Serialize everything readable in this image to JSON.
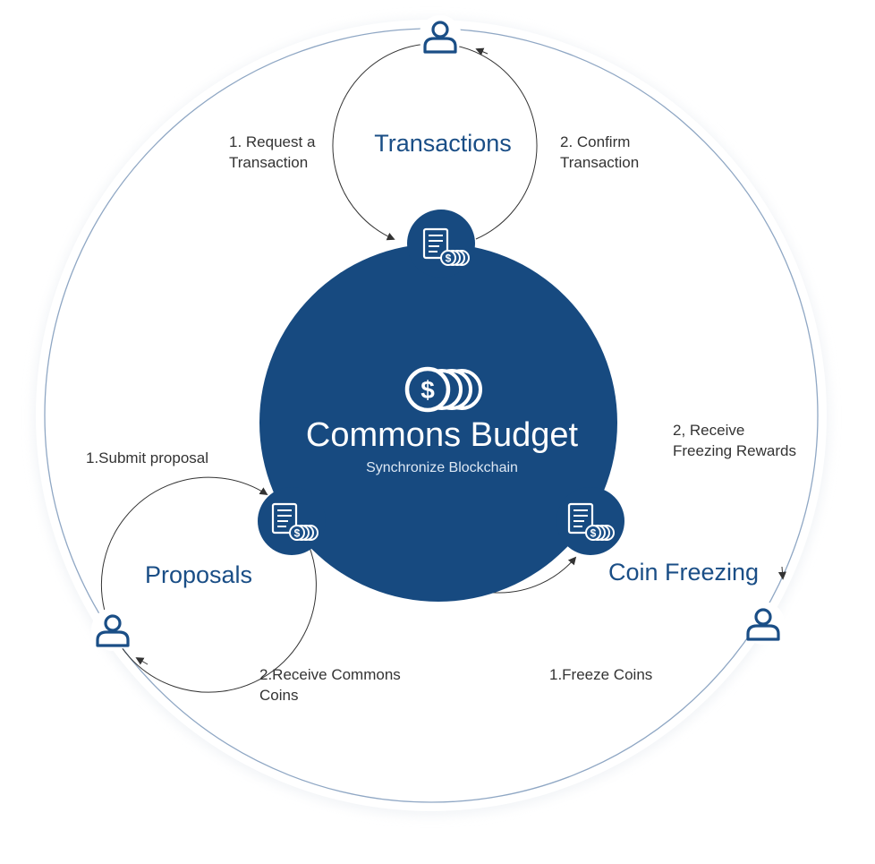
{
  "center": {
    "title": "Commons Budget",
    "subtitle": "Synchronize Blockchain",
    "icon": "coin-stack-icon"
  },
  "sections": {
    "transactions": {
      "label": "Transactions",
      "step1": [
        "1. Request a",
        "Transaction"
      ],
      "step2": [
        "2. Confirm",
        "Transaction"
      ]
    },
    "proposals": {
      "label": "Proposals",
      "step1": [
        "1.Submit proposal"
      ],
      "step2": [
        "2.Receive Commons",
        "Coins"
      ]
    },
    "coin_freezing": {
      "label": "Coin Freezing",
      "step1": [
        "1.Freeze Coins"
      ],
      "step2": [
        "2, Receive",
        "Freezing Rewards"
      ]
    }
  },
  "icons": {
    "user": "user-icon",
    "ledger": "ledger-coins-icon"
  },
  "colors": {
    "primary": "#1a4e86",
    "primary_dark": "#174a80",
    "ring": "#8fa7c4",
    "text": "#333333"
  }
}
